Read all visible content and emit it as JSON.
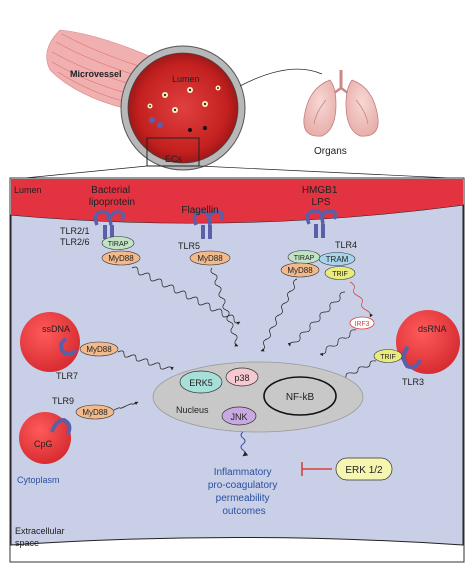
{
  "labels": {
    "microvessel": "Microvessel",
    "lumen_top": "Lumen",
    "ecs": "ECs",
    "organs": "Organs",
    "lumen": "Lumen",
    "cytoplasm": "Cytoplasm",
    "extracellular": [
      "Extracellular",
      "space"
    ]
  },
  "receptors": {
    "bacterial_ligand": [
      "Bacterial",
      "lipoprotein"
    ],
    "tlr2": [
      "TLR2/1",
      "TLR2/6"
    ],
    "flagellin": "Flagellin",
    "tlr5": "TLR5",
    "hmgb1_lps": [
      "HMGB1",
      "LPS"
    ],
    "tlr4": "TLR4",
    "ssdna": "ssDNA",
    "tlr7": "TLR7",
    "tlr9": "TLR9",
    "cpg": "CpG",
    "dsrna": "dsRNA",
    "tlr3": "TLR3"
  },
  "adaptors": {
    "tirap": "TIRAP",
    "myd88": "MyD88",
    "tram": "TRAM",
    "trif": "TRIF",
    "irf3": "IRF3"
  },
  "nucleus": {
    "label": "Nucleus",
    "erk5": "ERK5",
    "p38": "p38",
    "nfkb": "NF-kB",
    "jnk": "JNK"
  },
  "outcomes": [
    "Inflammatory",
    "pro-coagulatory",
    "permeability",
    "outcomes"
  ],
  "erk12": "ERK 1/2",
  "colors": {
    "red": "#e33240",
    "cytoplasm": "#c9cfe6",
    "receptor": "#5a5fa8",
    "myd88": "#f2b98c",
    "tirap": "#bfe3c4",
    "tram": "#a8d3ea",
    "trif": "#e9ec7a",
    "erk5": "#a6e0d8",
    "p38": "#f6c9d0",
    "jnk": "#c8a9e0",
    "nucleus": "#c8c8c8",
    "text_blue": "#2a4fa0",
    "inhibit": "#d94040"
  }
}
